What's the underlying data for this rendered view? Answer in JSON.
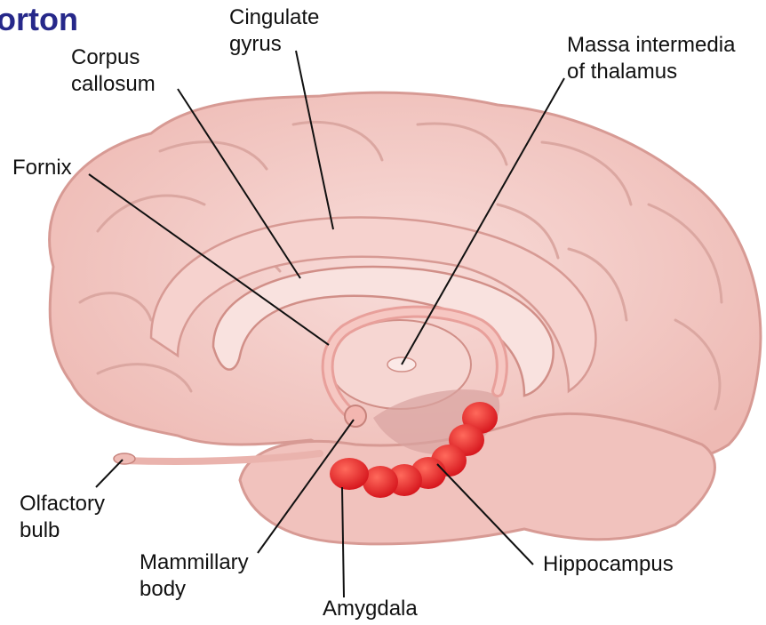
{
  "brand_fragment": "orton",
  "labels": {
    "cingulate_gyrus": [
      "Cingulate",
      "gyrus"
    ],
    "corpus_callosum": [
      "Corpus",
      "callosum"
    ],
    "massa_intermedia": [
      "Massa intermedia",
      "of thalamus"
    ],
    "fornix": [
      "Fornix"
    ],
    "olfactory_bulb": [
      "Olfactory",
      "bulb"
    ],
    "mammillary_body": [
      "Mammillary",
      "body"
    ],
    "amygdala": [
      "Amygdala"
    ],
    "hippocampus": [
      "Hippocampus"
    ]
  },
  "colors": {
    "brain_fill": "#f4cbc7",
    "brain_outline": "#d79a94",
    "limbic_highlight": "#e8221f",
    "leader_line": "#111111",
    "brand": "#26288a"
  }
}
